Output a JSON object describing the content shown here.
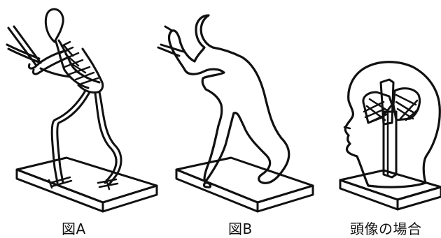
{
  "figures": [
    {
      "id": "a",
      "caption": "図A"
    },
    {
      "id": "b",
      "caption": "図B"
    },
    {
      "id": "c",
      "caption": "頭像の場合"
    }
  ]
}
